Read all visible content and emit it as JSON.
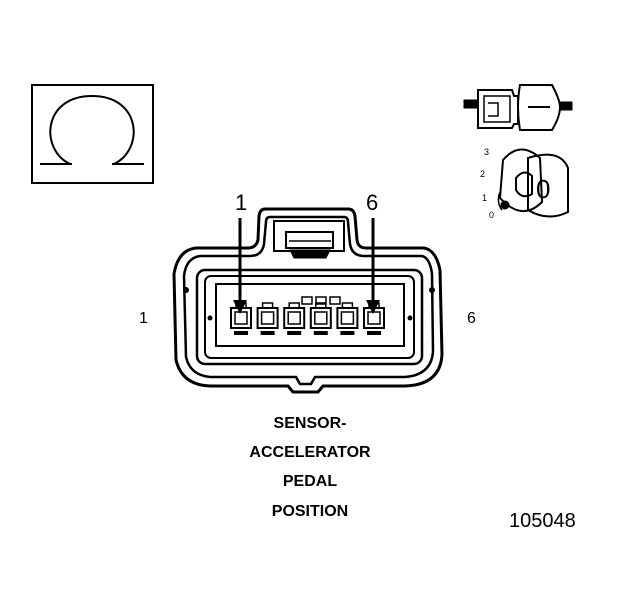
{
  "connector": {
    "pin_first": "1",
    "pin_last": "6",
    "arrow_first": "1",
    "arrow_last": "6",
    "icon": "omega-terminal-icon",
    "cavity_count": 6
  },
  "title_lines": [
    "SENSOR-",
    "ACCELERATOR",
    "PEDAL",
    "POSITION"
  ],
  "lock_diagram": {
    "positions": [
      "3",
      "2",
      "1",
      "0"
    ],
    "lock_label": "0",
    "icon": "connector-lock-icon"
  },
  "figure_number": "105048"
}
